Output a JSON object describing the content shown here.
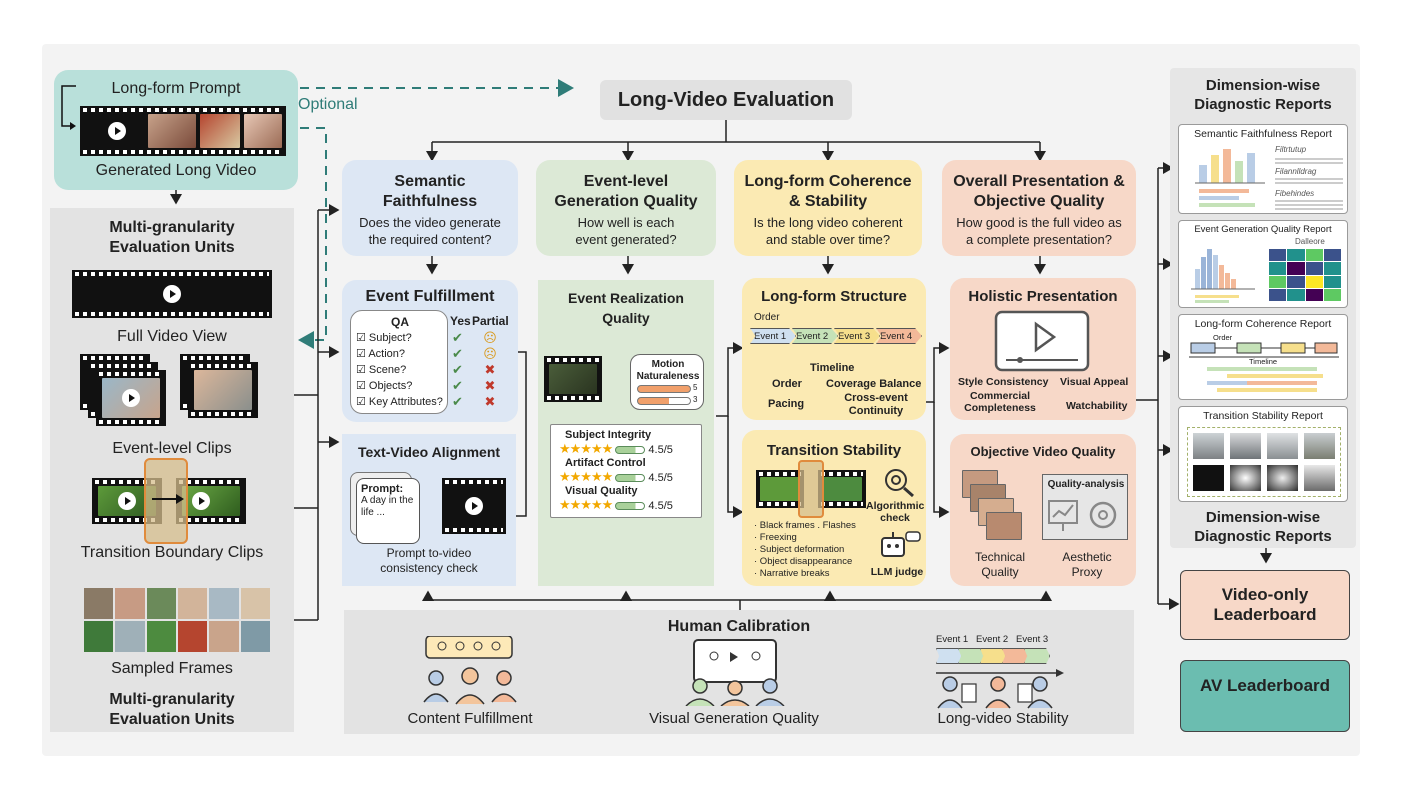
{
  "prompt": {
    "label": "Long-form Prompt",
    "video_caption": "Generated Long Video",
    "optional": "Optional"
  },
  "units": {
    "title_top": "Multi-granularity Evaluation Units",
    "title_bottom": "Multi-granularity Evaluation Units",
    "items": [
      "Full Video View",
      "Event-level Clips",
      "Transition Boundary Clips",
      "Sampled Frames"
    ]
  },
  "main_title": "Long-Video Evaluation",
  "dimensions": [
    {
      "title": "Semantic Faithfulness",
      "question": "Does the video generate the required content?"
    },
    {
      "title": "Event-level Generation Quality",
      "question": "How well is each event generated?"
    },
    {
      "title": "Long-form Coherence & Stability",
      "question": "Is the long video coherent and stable over time?"
    },
    {
      "title": "Overall Presentation & Objective Quality",
      "question": "How good is the full video as a complete presentation?"
    }
  ],
  "event_fulfillment": {
    "title": "Event Fulfillment",
    "qa_label": "QA",
    "col_yes": "Yes",
    "col_partial": "Partial",
    "questions": [
      "Subject?",
      "Action?",
      "Scene?",
      "Objects?",
      "Key Attributes?"
    ]
  },
  "text_video": {
    "title": "Text-Video Alignment",
    "prompt_label": "Prompt:",
    "prompt_text": "A day in the life ...",
    "caption": "Prompt to-video consistency check"
  },
  "event_realization": {
    "title": "Event Realization Quality",
    "motion": "Motion Naturaleness",
    "motion_vals": [
      "5",
      "3"
    ],
    "metrics": [
      {
        "name": "Subject Integrity",
        "score": "4.5/5"
      },
      {
        "name": "Artifact Control",
        "score": "4.5/5"
      },
      {
        "name": "Visual Quality",
        "score": "4.5/5"
      }
    ]
  },
  "long_form": {
    "title": "Long-form Structure",
    "order": "Order",
    "events": [
      "Event 1",
      "Event 2",
      "Event 3",
      "Event 4"
    ],
    "timeline": "Timeline",
    "labels": [
      "Order",
      "Coverage Balance",
      "Pacing",
      "Cross-event Continuity"
    ]
  },
  "transition": {
    "title": "Transition Stability",
    "algo": "Algorithmic check",
    "llm": "LLM judge",
    "issues": [
      "· Black frames . Flashes",
      "· Freexing",
      "· Subject deformation",
      "· Object disappearance",
      "· Narrative breaks"
    ]
  },
  "holistic": {
    "title": "Holistic Presentation",
    "labels": [
      "Style Consistency",
      "Visual Appeal",
      "Commercial Completeness",
      "Watchability"
    ]
  },
  "objective": {
    "title": "Objective Video Quality",
    "qa_box": "Quality-analysis",
    "technical": "Technical Quality",
    "aesthetic": "Aesthetic Proxy"
  },
  "calibration": {
    "title": "Human Calibration",
    "items": [
      "Content Fulfillment",
      "Visual Generation Quality",
      "Long-video Stability"
    ],
    "events": [
      "Event 1",
      "Event 2",
      "Event 3"
    ]
  },
  "reports": {
    "title_top": "Dimension-wise Diagnostic Reports",
    "title_bottom": "Dimension-wise Diagnostic Reports",
    "items": [
      "Semantic Faithfulness Report",
      "Event Generation Quality Report",
      "Long-form Coherence Report",
      "Transition Stability Report"
    ],
    "scribbles": [
      "Filtrtutup",
      "Filannlldrag",
      "Fibehindes",
      "Dalleore",
      "Order",
      "Timeline"
    ]
  },
  "leaderboards": [
    "Video-only Leaderboard",
    "AV Leaderboard"
  ],
  "colors": {
    "blue": "#dde7f4",
    "green": "#dce9d6",
    "yellow": "#fbeab3",
    "peach": "#f7d8c8",
    "teal": "#b9e0da",
    "gray": "#e3e3e3",
    "dashed": "#2f7c78"
  }
}
